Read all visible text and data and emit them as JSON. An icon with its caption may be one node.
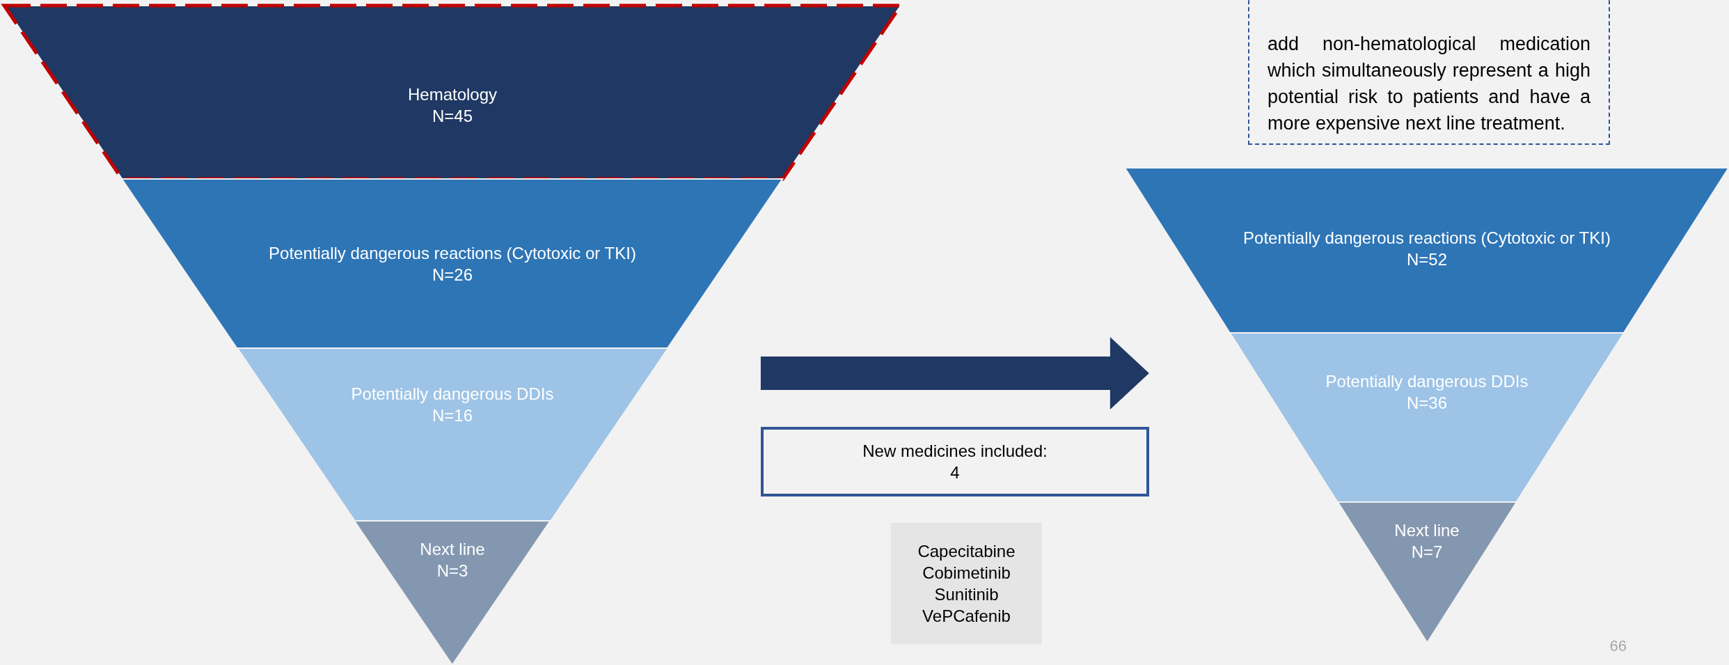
{
  "diagram": {
    "nodes": [
      {
        "text": [
          "Hematology",
          "N=45"
        ]
      },
      {
        "text": [
          "Potentially dangerous reactions (Cytotoxic or TKI)",
          "N=26"
        ]
      },
      {
        "text": [
          "Potentially dangerous DDIs",
          "N=16"
        ]
      },
      {
        "text": [
          "Next line",
          "N=3"
        ]
      },
      {
        "text": [
          "Potentially dangerous reactions (Cytotoxic or TKI)",
          "N=52"
        ]
      },
      {
        "text": [
          "Potentially dangerous DDIs",
          "N=36"
        ]
      },
      {
        "text": [
          "Next line",
          "N=7"
        ]
      },
      {
        "text": [
          "New medicines included:",
          "4"
        ]
      },
      {
        "text": [
          "Capecitabine",
          "Cobimetinib",
          "Sunitinib",
          "VePCafenib"
        ]
      },
      {
        "text": [
          "add non-hematological medication which simultaneously represent a high potential risk to patients and have a more expensive next line treatment."
        ]
      }
    ],
    "edges": [
      {
        "from": 2,
        "to": 5,
        "arrow": "to",
        "style": "thick"
      }
    ],
    "labels": [
      "66"
    ]
  }
}
